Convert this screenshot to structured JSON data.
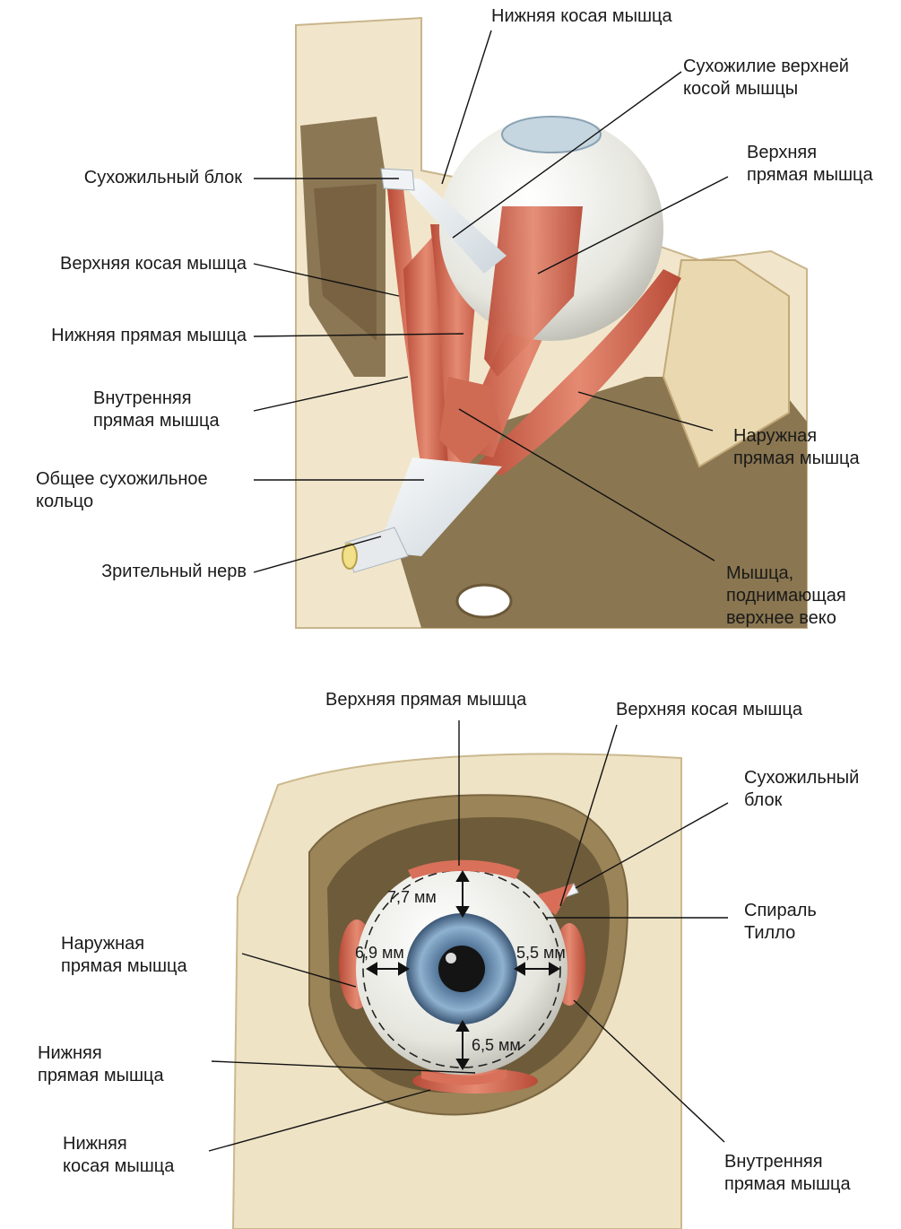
{
  "figure_top": {
    "labels": {
      "inferior_oblique": "Нижняя косая мышца",
      "superior_oblique_tendon": "Сухожилие верхней\nкосой мышцы",
      "trochlea": "Сухожильный блок",
      "superior_rectus": "Верхняя\nпрямая мышца",
      "superior_oblique": "Верхняя косая мышца",
      "inferior_rectus": "Нижняя прямая мышца",
      "medial_rectus": "Внутренняя\nпрямая мышца",
      "lateral_rectus": "Наружная\nпрямая мышца",
      "annulus": "Общее сухожильное\nкольцо",
      "optic_nerve": "Зрительный нерв",
      "levator": "Мышца,\nподнимающая\nверхнее веко"
    }
  },
  "figure_bottom": {
    "labels": {
      "superior_rectus": "Верхняя прямая мышца",
      "superior_oblique": "Верхняя косая мышца",
      "trochlea": "Сухожильный\nблок",
      "spiral_tillaux": "Спираль\nТилло",
      "lateral_rectus": "Наружная\nпрямая мышца",
      "inferior_rectus": "Нижняя\nпрямая мышца",
      "inferior_oblique": "Нижняя\nкосая мышца",
      "medial_rectus": "Внутренняя\nпрямая мышца"
    },
    "measurements": {
      "superior": "7,7 мм",
      "lateral": "6,9 мм",
      "medial": "5,5 мм",
      "inferior": "6,5 мм"
    }
  },
  "colors": {
    "bone": "#efe3c6",
    "bone_shadow": "#8a7650",
    "muscle": "#d9705a",
    "tendon": "#e6ecef",
    "sclera": "#f1f1ec",
    "iris": "#6f92b4",
    "pupil": "#151515",
    "leader_line": "#111111"
  }
}
